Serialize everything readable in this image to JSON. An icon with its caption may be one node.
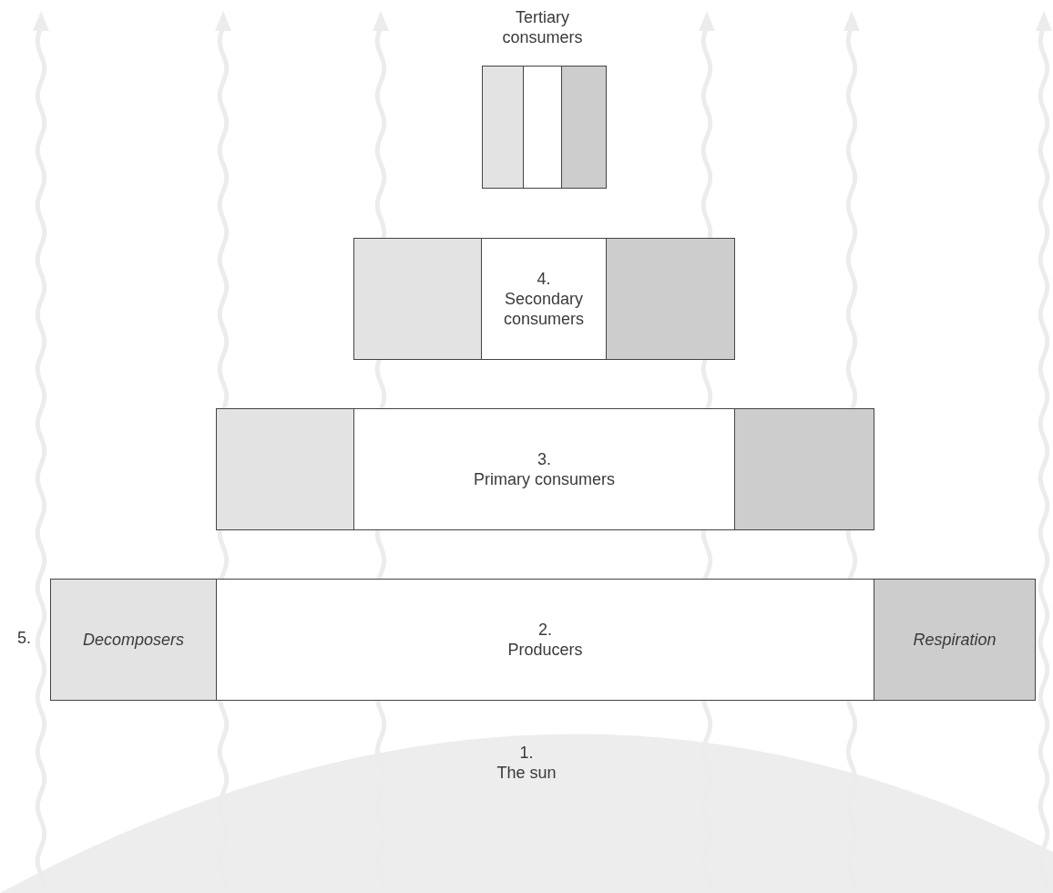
{
  "diagram": {
    "nodes": [
      {
        "text": [],
        "shape": "box"
      },
      {
        "text": [
          "Tertiary consumers"
        ]
      },
      {
        "text": [],
        "shape": "box"
      },
      {
        "text": [],
        "shape": "box"
      },
      {
        "text": [
          "4.",
          "Secondary consumers"
        ]
      },
      {
        "text": [],
        "shape": "box"
      },
      {
        "text": [],
        "shape": "box"
      },
      {
        "text": [
          "3.",
          "Primary consumers"
        ]
      },
      {
        "text": [],
        "shape": "box"
      },
      {
        "text": [
          "Decomposers"
        ],
        "beside": [
          "5."
        ]
      },
      {
        "text": [
          "2.",
          "Producers"
        ]
      },
      {
        "text": [
          "Respiration"
        ]
      },
      {
        "text": [
          "1.",
          "The sun"
        ]
      }
    ]
  }
}
